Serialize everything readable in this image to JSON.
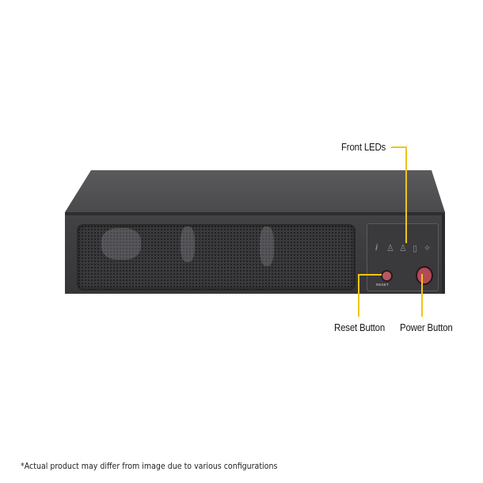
{
  "image": {
    "subject": "server chassis front view",
    "colors": {
      "background": "#ffffff",
      "chassis_top": "#4e4e50",
      "chassis_front": "#3c3c3e",
      "leader_line": "#f0c419",
      "power_button": "#b24a58",
      "reset_button": "#b65a60"
    }
  },
  "callouts": {
    "front_leds": "Front LEDs",
    "reset_button": "Reset Button",
    "power_button": "Power Button"
  },
  "panel": {
    "reset_text": "RESET",
    "leds": [
      {
        "name": "info-led",
        "glyph": "i"
      },
      {
        "name": "lan1-led",
        "glyph": "♙"
      },
      {
        "name": "lan2-led",
        "glyph": "♙"
      },
      {
        "name": "hdd-led",
        "glyph": "▯"
      },
      {
        "name": "power-led",
        "glyph": "✧"
      }
    ]
  },
  "footnote": "*Actual product may differ from image due to various configurations"
}
